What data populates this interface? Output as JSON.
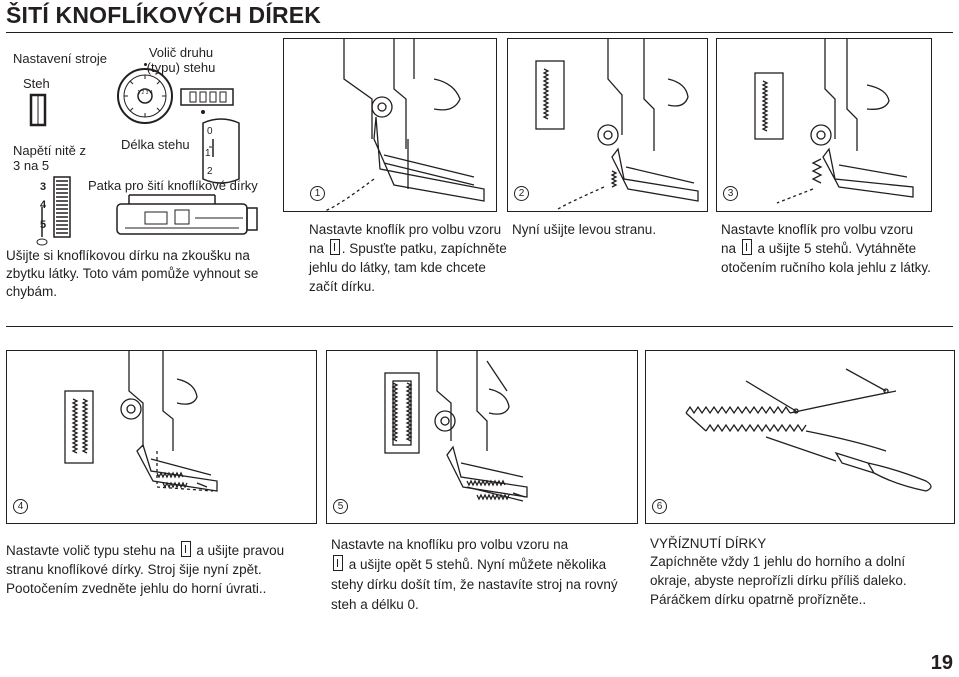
{
  "page": {
    "title": "ŠITÍ KNOFLÍKOVÝCH DÍREK",
    "page_number": "19"
  },
  "setup": {
    "machine_settings": "Nastavení stroje",
    "stitch_selector": "Volič druhu (typu) stehu",
    "stitch": "Steh",
    "thread_tension": "Napětí nitě z 3 na 5",
    "stitch_length": "Délka stehu",
    "buttonhole_foot": "Patka pro šití knoflíkové dírky",
    "tension_values": [
      "3",
      "4",
      "5"
    ],
    "length_values": [
      "0",
      "1",
      "2"
    ],
    "note": "Ušijte si knoflíkovou dírku na zkoušku na zbytku látky. Toto vám pomůže vyhnout se chybám."
  },
  "steps": [
    {
      "number": "1",
      "text_a": "Nastavte knoflík pro volbu vzoru na ",
      "text_b": ". Spusťte patku, zapíchněte jehlu do látky, tam kde chcete začít dírku."
    },
    {
      "number": "2",
      "text": "Nyní ušijte levou stranu."
    },
    {
      "number": "3",
      "text_a": "Nastavte knoflík pro volbu vzoru na ",
      "text_b": " a ušijte 5 stehů. Vytáhněte otočením ručního kola jehlu z látky."
    },
    {
      "number": "4",
      "text_a": "Nastavte volič typu stehu na ",
      "text_b": " a ušijte pravou stranu knoflíkové dírky. Stroj šije nyní zpět. Pootočením zvedněte jehlu do horní úvrati.."
    },
    {
      "number": "5",
      "text_a": "Nastavte na knoflíku pro volbu vzoru na ",
      "text_b": " a ušijte opět 5 stehů. Nyní můžete několika stehy dírku došít tím, že nastavíte stroj na rovný steh a délku 0."
    },
    {
      "number": "6",
      "heading": "VYŘÍZNUTÍ DÍRKY",
      "text": "Zapíchněte vždy 1 jehlu do horního a dolní okraje, abyste neprořízli dírku příliš daleko. Páráčkem dírku opatrně prořízněte.."
    }
  ]
}
